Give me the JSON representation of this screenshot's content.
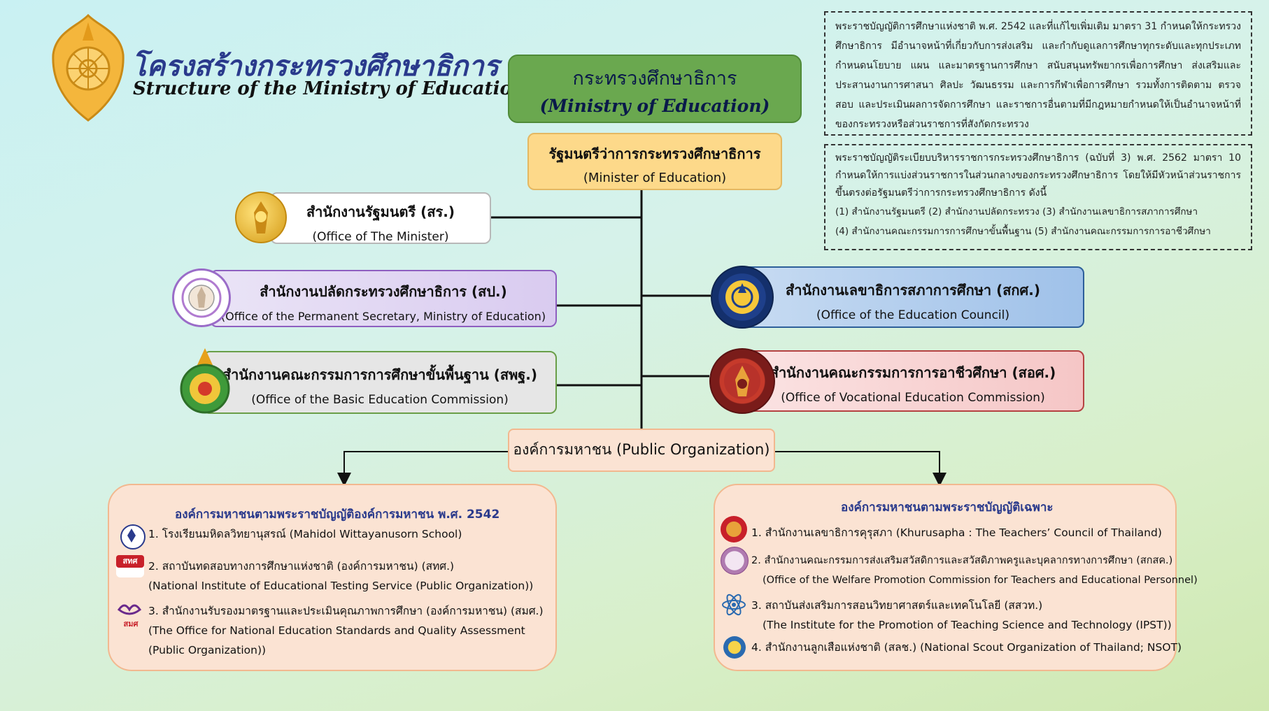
{
  "header": {
    "title_th": "โครงสร้างกระทรวงศึกษาธิการ",
    "title_en": "Structure of the Ministry of Education"
  },
  "info1": {
    "text": "พระราชบัญญัติการศึกษาแห่งชาติ พ.ศ. 2542 และที่แก้ไขเพิ่มเติม มาตรา 31 กำหนดให้กระทรวงศึกษาธิการ มีอำนาจหน้าที่เกี่ยวกับการส่งเสริม และกำกับดูแลการศึกษาทุกระดับและทุกประเภท กำหนดนโยบาย แผน และมาตรฐานการศึกษา สนับสนุนทรัพยากรเพื่อการศึกษา ส่งเสริมและประสานงานการศาสนา ศิลปะ วัฒนธรรม และการกีฬาเพื่อการศึกษา รวมทั้งการติดตาม ตรวจสอบ และประเมินผลการจัดการศึกษา และราชการอื่นตามที่มีกฎหมายกำหนดให้เป็นอำนาจหน้าที่ของกระทรวงหรือส่วนราชการที่สังกัดกระทรวง"
  },
  "info2": {
    "intro": "พระราชบัญญัติระเบียบบริหารราชการกระทรวงศึกษาธิการ (ฉบับที่ 3) พ.ศ. 2562 มาตรา 10 กำหนดให้การแบ่งส่วนราชการในส่วนกลางของกระทรวงศึกษาธิการ โดยให้มีหัวหน้าส่วนราชการขึ้นตรงต่อรัฐมนตรีว่าการกระทรวงศึกษาธิการ ดังนี้",
    "line1": "(1) สำนักงานรัฐมนตรี  (2) สำนักงานปลัดกระทรวง (3) สำนักงานเลขาธิการสภาการศึกษา",
    "line2": "(4) สำนักงานคณะกรรมการการศึกษาขั้นพื้นฐาน     (5) สำนักงานคณะกรรมการการอาชีวศึกษา"
  },
  "ministry": {
    "th": "กระทรวงศึกษาธิการ",
    "en": "(Ministry of Education)"
  },
  "minister": {
    "th": "รัฐมนตรีว่าการกระทรวงศึกษาธิการ",
    "en": "(Minister of Education)"
  },
  "offices": {
    "minister_office": {
      "th": "สำนักงานรัฐมนตรี (สร.)",
      "en": "(Office of The Minister)"
    },
    "permanent_secretary": {
      "th": "สำนักงานปลัดกระทรวงศึกษาธิการ (สป.)",
      "en": "(Office of the Permanent Secretary, Ministry of Education)"
    },
    "basic_education": {
      "th": "สำนักงานคณะกรรมการการศึกษาขั้นพื้นฐาน (สพฐ.)",
      "en": "(Office of the Basic Education Commission)"
    },
    "education_council": {
      "th": "สำนักงานเลขาธิการสภาการศึกษา (สกศ.)",
      "en": "(Office of the Education Council)"
    },
    "vocational": {
      "th": "สำนักงานคณะกรรมการการอาชีวศึกษา (สอศ.)",
      "en": "(Office of Vocational Education Commission)"
    }
  },
  "public_org": {
    "label": "องค์การมหาชน (Public Organization)"
  },
  "panel_left": {
    "heading": "องค์การมหาชนตามพระราชบัญญัติองค์การมหาชน พ.ศ. 2542",
    "items": [
      {
        "l1": "1. โรงเรียนมหิดลวิทยานุสรณ์ (Mahidol Wittayanusorn School)",
        "l2": "",
        "l3": ""
      },
      {
        "l1": "2. สถาบันทดสอบทางการศึกษาแห่งชาติ (องค์การมหาชน) (สทศ.)",
        "l2": "(National Institute of Educational Testing Service (Public Organization))",
        "l3": ""
      },
      {
        "l1": "3. สำนักงานรับรองมาตรฐานและประเมินคุณภาพการศึกษา (องค์การมหาชน) (สมศ.)",
        "l2": "(The Office for National Education Standards and Quality Assessment",
        "l3": "(Public Organization))"
      }
    ],
    "icon_text_2": "สทศ",
    "icon_text_3": "สมศ"
  },
  "panel_right": {
    "heading": "องค์การมหาชนตามพระราชบัญญัติเฉพาะ",
    "items": [
      {
        "l1": "1. สำนักงานเลขาธิการคุรุสภา (Khurusapha : The Teachers’ Council of Thailand)",
        "l2": ""
      },
      {
        "l1": "2. สำนักงานคณะกรรมการส่งเสริมสวัสดิการและสวัสดิภาพครูและบุคลากรทางการศึกษา (สกสค.)",
        "l2": "(Office of the Welfare Promotion Commission for Teachers and Educational Personnel)"
      },
      {
        "l1": "3. สถาบันส่งเสริมการสอนวิทยาศาสตร์และเทคโนโลยี (สสวท.)",
        "l2": "(The Institute for the Promotion of Teaching Science and Technology (IPST))"
      },
      {
        "l1": "4. สำนักงานลูกเสือแห่งชาติ (สลช.) (National Scout Organization of Thailand; NSOT)",
        "l2": ""
      }
    ]
  }
}
